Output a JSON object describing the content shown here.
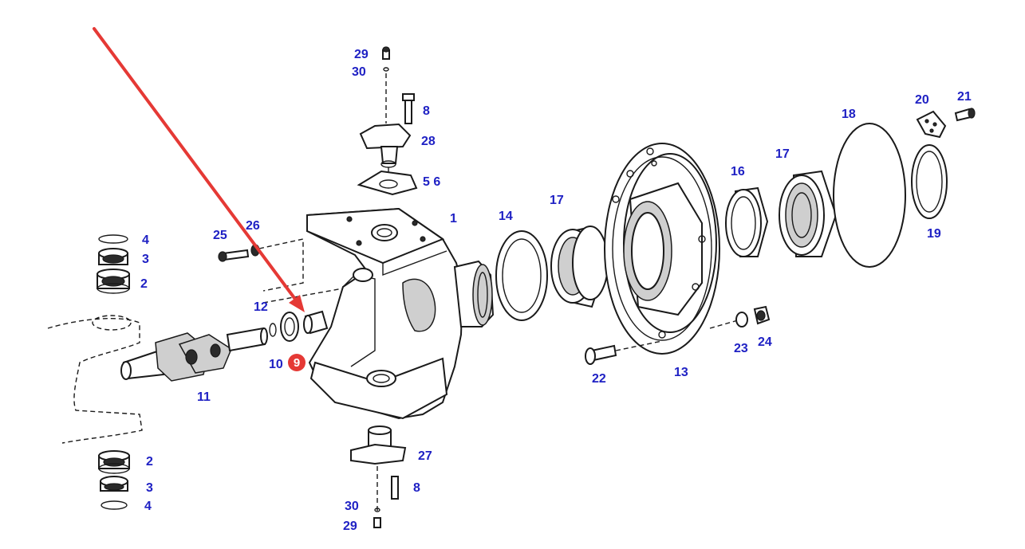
{
  "diagram": {
    "accent_color": "#e53935",
    "label_color": "#1f21c4",
    "highlight_badge": "9",
    "labels": [
      {
        "id": "lbl-29-top",
        "text": "29"
      },
      {
        "id": "lbl-30-top",
        "text": "30"
      },
      {
        "id": "lbl-8-top",
        "text": "8"
      },
      {
        "id": "lbl-28",
        "text": "28"
      },
      {
        "id": "lbl-5-6",
        "text": "5 6"
      },
      {
        "id": "lbl-1",
        "text": "1"
      },
      {
        "id": "lbl-26",
        "text": "26"
      },
      {
        "id": "lbl-25",
        "text": "25"
      },
      {
        "id": "lbl-4-top",
        "text": "4"
      },
      {
        "id": "lbl-3-top",
        "text": "3"
      },
      {
        "id": "lbl-2-top",
        "text": "2"
      },
      {
        "id": "lbl-12",
        "text": "12"
      },
      {
        "id": "lbl-10",
        "text": "10"
      },
      {
        "id": "lbl-11",
        "text": "11"
      },
      {
        "id": "lbl-14",
        "text": "14"
      },
      {
        "id": "lbl-17-a",
        "text": "17"
      },
      {
        "id": "lbl-16",
        "text": "16"
      },
      {
        "id": "lbl-17-b",
        "text": "17"
      },
      {
        "id": "lbl-18",
        "text": "18"
      },
      {
        "id": "lbl-20",
        "text": "20"
      },
      {
        "id": "lbl-21",
        "text": "21"
      },
      {
        "id": "lbl-19",
        "text": "19"
      },
      {
        "id": "lbl-13",
        "text": "13"
      },
      {
        "id": "lbl-22",
        "text": "22"
      },
      {
        "id": "lbl-23",
        "text": "23"
      },
      {
        "id": "lbl-24",
        "text": "24"
      },
      {
        "id": "lbl-27",
        "text": "27"
      },
      {
        "id": "lbl-8-bottom",
        "text": "8"
      },
      {
        "id": "lbl-30-bottom",
        "text": "30"
      },
      {
        "id": "lbl-29-bottom",
        "text": "29"
      },
      {
        "id": "lbl-2-bottom",
        "text": "2"
      },
      {
        "id": "lbl-3-bottom",
        "text": "3"
      },
      {
        "id": "lbl-4-bottom",
        "text": "4"
      }
    ]
  }
}
